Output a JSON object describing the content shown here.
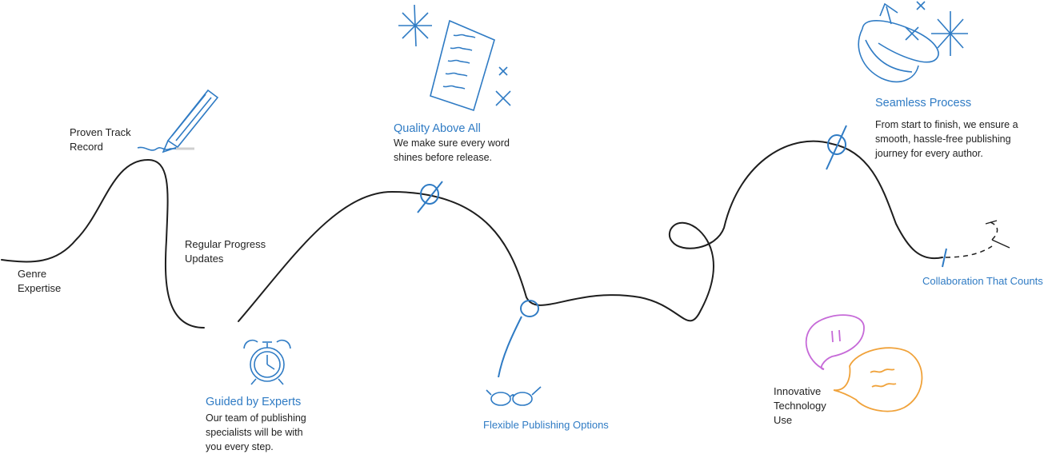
{
  "colors": {
    "accent": "#2f7bc4",
    "line": "#1e1e1e",
    "purple": "#c66ad8",
    "orange": "#f0a23a"
  },
  "milestones": {
    "genre_expertise": {
      "label": "Genre\nExpertise"
    },
    "proven_track_record": {
      "label": "Proven Track\nRecord",
      "icon": "pencil-icon"
    },
    "regular_progress": {
      "label": "Regular Progress\nUpdates"
    },
    "guided_by_experts": {
      "title": "Guided by Experts",
      "desc": "Our team of publishing\nspecialists will be with\nyou every step.",
      "icon": "alarm-clock-icon"
    },
    "quality_above_all": {
      "title": "Quality Above All",
      "desc": "We make sure every word\nshines before release.",
      "icon": "document-sparkle-icon"
    },
    "flexible_publishing": {
      "title": "Flexible Publishing Options",
      "icon": "glasses-icon"
    },
    "innovative_technology": {
      "label": "Innovative\nTechnology\nUse",
      "icon": "speech-bubbles-icon"
    },
    "seamless_process": {
      "title": "Seamless Process",
      "desc": "From start to finish, we ensure a\nsmooth, hassle-free publishing\njourney for every author.",
      "icon": "cup-sparkle-icon"
    },
    "collaboration": {
      "title": "Collaboration That Counts",
      "icon": "paper-plane-icon"
    }
  }
}
